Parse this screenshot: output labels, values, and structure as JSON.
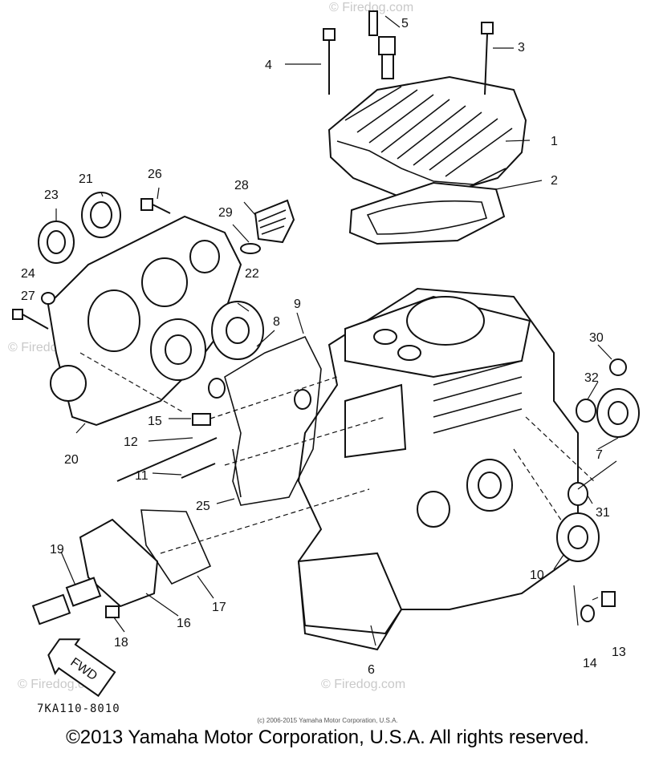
{
  "diagram": {
    "callouts": [
      {
        "id": "1",
        "label": "1"
      },
      {
        "id": "2",
        "label": "2"
      },
      {
        "id": "3",
        "label": "3"
      },
      {
        "id": "4",
        "label": "4"
      },
      {
        "id": "5",
        "label": "5"
      },
      {
        "id": "6",
        "label": "6"
      },
      {
        "id": "7",
        "label": "7"
      },
      {
        "id": "8",
        "label": "8"
      },
      {
        "id": "9",
        "label": "9"
      },
      {
        "id": "10",
        "label": "10"
      },
      {
        "id": "11",
        "label": "11"
      },
      {
        "id": "12",
        "label": "12"
      },
      {
        "id": "13",
        "label": "13"
      },
      {
        "id": "14",
        "label": "14"
      },
      {
        "id": "15",
        "label": "15"
      },
      {
        "id": "16",
        "label": "16"
      },
      {
        "id": "17",
        "label": "17"
      },
      {
        "id": "18",
        "label": "18"
      },
      {
        "id": "19",
        "label": "19"
      },
      {
        "id": "20",
        "label": "20"
      },
      {
        "id": "21",
        "label": "21"
      },
      {
        "id": "22",
        "label": "22"
      },
      {
        "id": "23",
        "label": "23"
      },
      {
        "id": "24",
        "label": "24"
      },
      {
        "id": "25",
        "label": "25"
      },
      {
        "id": "26",
        "label": "26"
      },
      {
        "id": "27",
        "label": "27"
      },
      {
        "id": "28",
        "label": "28"
      },
      {
        "id": "29",
        "label": "29"
      },
      {
        "id": "30",
        "label": "30"
      },
      {
        "id": "31",
        "label": "31"
      },
      {
        "id": "32",
        "label": "32"
      }
    ],
    "fwd_label": "FWD",
    "drawing_code": "7KA110-8010"
  },
  "watermarks": [
    "© Firedog.com"
  ],
  "footer": {
    "small_copyright": "(c) 2006-2015 Yamaha Motor Corporation, U.S.A.",
    "copyright": "©2013 Yamaha Motor Corporation, U.S.A. All rights reserved."
  }
}
